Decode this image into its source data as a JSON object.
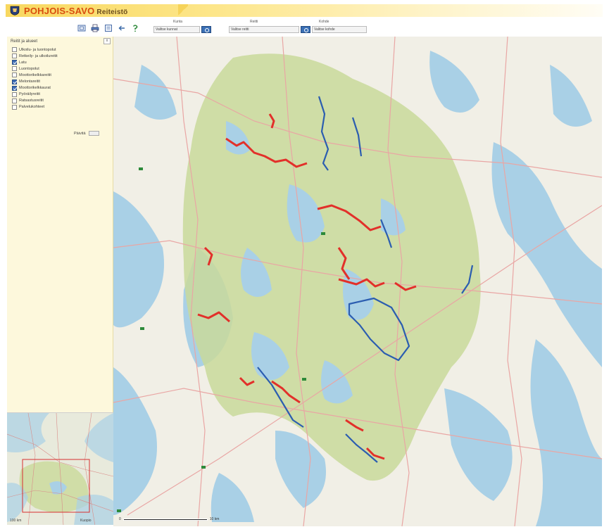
{
  "app": {
    "title": "POHJOIS-SAVO",
    "subtitle": "Reiteistö",
    "logo_icon": "coat-of-arms-icon"
  },
  "toolbar": {
    "buttons": [
      {
        "name": "zoom-extent-icon"
      },
      {
        "name": "print-icon"
      },
      {
        "name": "info-icon"
      },
      {
        "name": "back-arrow-icon"
      },
      {
        "name": "help-icon"
      }
    ]
  },
  "search": {
    "municipality": {
      "caption": "Kunta",
      "value": "Valitse kunnat"
    },
    "route": {
      "caption": "Reitti",
      "value": "Valitse reitti"
    },
    "target": {
      "caption": "Kohde",
      "value": "Valitse kohde"
    }
  },
  "sidebar": {
    "header": "Reitit ja alueet",
    "close_label": "x",
    "refresh_label": "Päivitä",
    "layers": [
      {
        "label": "Ulkoilu- ja luontopolut",
        "checked": false
      },
      {
        "label": "Retkeily- ja ulkoilureitit",
        "checked": false
      },
      {
        "label": "Latu",
        "checked": true
      },
      {
        "label": "Luontopolut",
        "checked": false
      },
      {
        "label": "Moottorikelkkareitit",
        "checked": false
      },
      {
        "label": "Melontareitit",
        "checked": true
      },
      {
        "label": "Moottorikelkkaurat",
        "checked": true
      },
      {
        "label": "Pyöräilyreitit",
        "checked": false
      },
      {
        "label": "Ratsastusreitit",
        "checked": false
      },
      {
        "label": "Palvelukohteet",
        "checked": false
      }
    ]
  },
  "overview": {
    "scale_left": "100 km",
    "scale_right": "Kuopio"
  },
  "map": {
    "scale_text": "0",
    "scale_end": "10 km",
    "colors": {
      "land": "#f1efe6",
      "water": "#a9d0e6",
      "region": "#c9d99a",
      "trail_red": "#e2302a",
      "trail_blue": "#2b5db0",
      "road": "#e9a6a4"
    }
  }
}
